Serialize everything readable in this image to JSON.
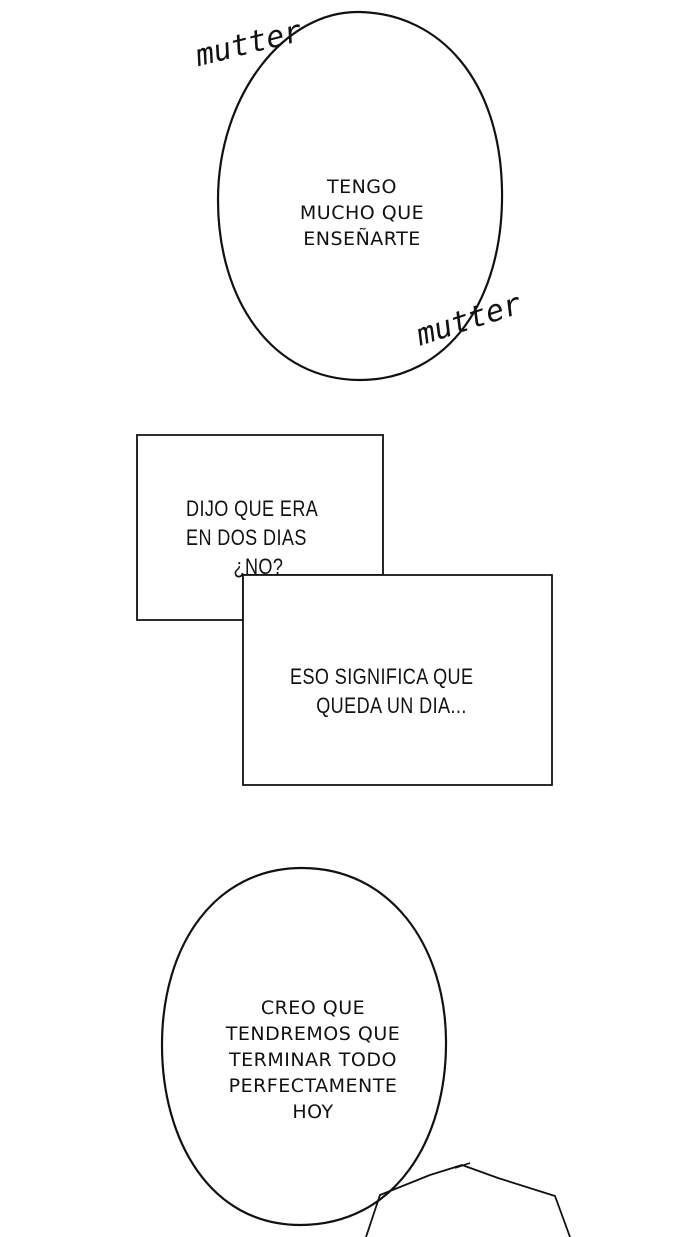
{
  "page": {
    "background": "#ffffff",
    "ink": "#111111"
  },
  "panel1": {
    "sfx_top": "mutter",
    "sfx_bottom": "mutter",
    "bubble_lines": [
      "TENGO",
      "MUCHO QUE",
      "ENSEÑARTE"
    ]
  },
  "panel2": {
    "box1_lines": [
      "DIJO QUE ERA",
      "EN DOS DIAS",
      "¿NO?"
    ],
    "box2_lines": [
      "ESO SIGNIFICA QUE",
      "QUEDA UN DIA..."
    ]
  },
  "panel3": {
    "bubble_lines": [
      "CREO QUE",
      "TENDREMOS QUE",
      "TERMINAR TODO",
      "PERFECTAMENTE",
      "HOY"
    ]
  }
}
